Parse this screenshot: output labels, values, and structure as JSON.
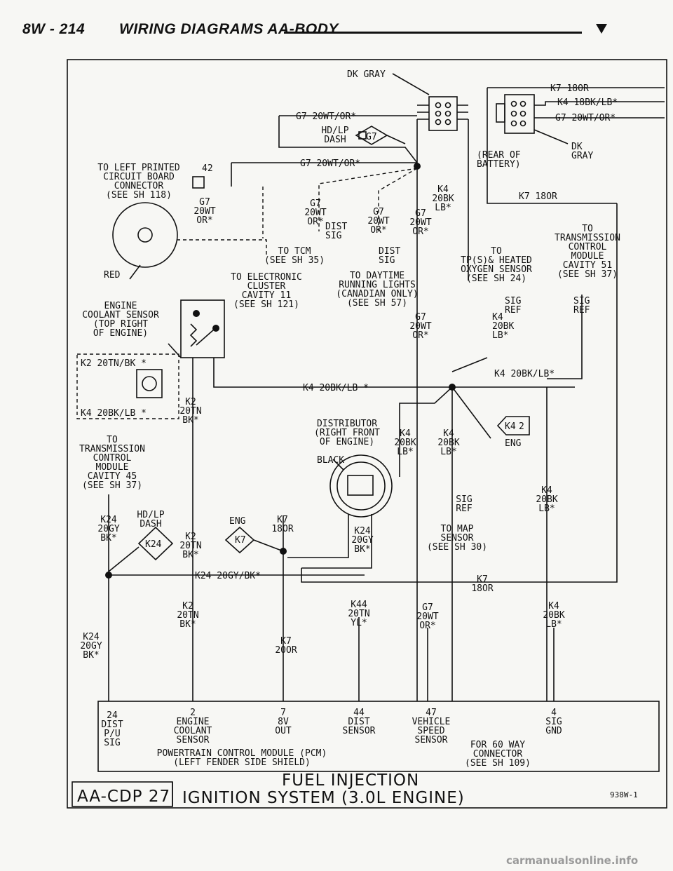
{
  "header": {
    "page_number": "8W - 214",
    "title": "WIRING DIAGRAMS AA-BODY"
  },
  "footer": {
    "title_line1": "FUEL INJECTION",
    "title_line2": "IGNITION SYSTEM (3.0L ENGINE)",
    "sheet_tag": "AA-CDP 27",
    "figure_ref": "938W-1",
    "watermark": "carmanualsonline.info"
  },
  "diagram": {
    "labels": [
      {
        "id": "dk-gray-top",
        "lines": [
          "DK GRAY"
        ]
      },
      {
        "id": "k7-18or-right-top",
        "lines": [
          "K7 18OR"
        ]
      },
      {
        "id": "k4-18bk-top",
        "lines": [
          "K4 18BK/LB*"
        ]
      },
      {
        "id": "g7-20wt-top-right",
        "lines": [
          "G7 20WT/OR*"
        ]
      },
      {
        "id": "dk-gray-right",
        "lines": [
          "DK",
          "GRAY"
        ]
      },
      {
        "id": "rear-of-battery",
        "lines": [
          "(REAR OF",
          "BATTERY)"
        ]
      },
      {
        "id": "g7-20wt-upper",
        "lines": [
          "G7 20WT/OR*"
        ]
      },
      {
        "id": "hdlp-dash-top",
        "lines": [
          "HD/LP",
          "DASH"
        ]
      },
      {
        "id": "g7-conn-badge",
        "lines": [
          "G7"
        ]
      },
      {
        "id": "g7-20wt-mid",
        "lines": [
          "G7 20WT/OR*"
        ]
      },
      {
        "id": "left-pcb",
        "lines": [
          "TO LEFT PRINTED",
          "CIRCUIT BOARD",
          "CONNECTOR",
          "(SEE SH 118)"
        ]
      },
      {
        "id": "num-42",
        "lines": [
          "42"
        ]
      },
      {
        "id": "g7-left-stack",
        "lines": [
          "G7",
          "20WT",
          "OR*"
        ]
      },
      {
        "id": "red-label",
        "lines": [
          "RED"
        ]
      },
      {
        "id": "g7-col-a",
        "lines": [
          "G7",
          "20WT",
          "OR*"
        ]
      },
      {
        "id": "dist-sig-a",
        "lines": [
          "DIST",
          "SIG"
        ]
      },
      {
        "id": "to-tcm",
        "lines": [
          "TO TCM",
          "(SEE SH 35)"
        ]
      },
      {
        "id": "to-cluster",
        "lines": [
          "TO ELECTRONIC",
          "CLUSTER",
          "CAVITY 11",
          "(SEE SH 121)"
        ]
      },
      {
        "id": "g7-col-b",
        "lines": [
          "G7",
          "20WT",
          "OR*"
        ]
      },
      {
        "id": "dist-sig-b",
        "lines": [
          "DIST",
          "SIG"
        ]
      },
      {
        "id": "to-daytime",
        "lines": [
          "TO DAYTIME",
          "RUNNING LIGHTS",
          "(CANADIAN ONLY)",
          "(SEE SH 57)"
        ]
      },
      {
        "id": "g7-col-c",
        "lines": [
          "G7",
          "20WT",
          "OR*"
        ]
      },
      {
        "id": "k4-20bk-top",
        "lines": [
          "K4",
          "20BK",
          "LB*"
        ]
      },
      {
        "id": "k7-18or-mid",
        "lines": [
          "K7 18OR"
        ]
      },
      {
        "id": "to-o2",
        "lines": [
          "TO",
          "TP(S)& HEATED",
          "OXYGEN SENSOR",
          "(SEE SH 24)"
        ]
      },
      {
        "id": "to-tcm-51",
        "lines": [
          "TO",
          "TRANSMISSION",
          "CONTROL",
          "MODULE",
          "CAVITY 51",
          "(SEE SH 37)"
        ]
      },
      {
        "id": "sig-ref-a",
        "lines": [
          "SIG",
          "REF"
        ]
      },
      {
        "id": "sig-ref-b",
        "lines": [
          "SIG",
          "REF"
        ]
      },
      {
        "id": "k4-20bk-o2",
        "lines": [
          "K4",
          "20BK",
          "LB*"
        ]
      },
      {
        "id": "g7-col-d",
        "lines": [
          "G7",
          "20WT",
          "OR*"
        ]
      },
      {
        "id": "ect-sensor",
        "lines": [
          "ENGINE",
          "COOLANT SENSOR",
          "(TOP RIGHT",
          "OF ENGINE)"
        ]
      },
      {
        "id": "k2-20tn-box",
        "lines": [
          "K2 20TN/BK *"
        ]
      },
      {
        "id": "k4-20bk-box",
        "lines": [
          "K4 20BK/LB *"
        ]
      },
      {
        "id": "k4-20bk-horiz",
        "lines": [
          "K4 20BK/LB *"
        ]
      },
      {
        "id": "k4-20bk-right",
        "lines": [
          "K4 20BK/LB*"
        ]
      },
      {
        "id": "k2-20tn-a",
        "lines": [
          "K2",
          "20TN",
          "BK*"
        ]
      },
      {
        "id": "to-tcm-45",
        "lines": [
          "TO",
          "TRANSMISSION",
          "CONTROL",
          "MODULE",
          "CAVITY 45",
          "(SEE SH 37)"
        ]
      },
      {
        "id": "distributor",
        "lines": [
          "DISTRIBUTOR",
          "(RIGHT FRONT",
          "OF ENGINE)"
        ]
      },
      {
        "id": "black-label",
        "lines": [
          "BLACK"
        ]
      },
      {
        "id": "k4-20bk-dist",
        "lines": [
          "K4",
          "20BK",
          "LB*"
        ]
      },
      {
        "id": "k4-20bk-map",
        "lines": [
          "K4",
          "20BK",
          "LB*"
        ]
      },
      {
        "id": "k4-eng-badge",
        "lines": [
          "K4"
        ]
      },
      {
        "id": "num-2",
        "lines": [
          "2"
        ]
      },
      {
        "id": "eng-right",
        "lines": [
          "ENG"
        ]
      },
      {
        "id": "k4-20bk-far",
        "lines": [
          "K4",
          "20BK",
          "LB*"
        ]
      },
      {
        "id": "k24-20gy-a",
        "lines": [
          "K24",
          "20GY",
          "BK*"
        ]
      },
      {
        "id": "hdlp-dash-k24",
        "lines": [
          "HD/LP",
          "DASH"
        ]
      },
      {
        "id": "k24-badge",
        "lines": [
          "K24"
        ]
      },
      {
        "id": "k2-20tn-b",
        "lines": [
          "K2",
          "20TN",
          "BK*"
        ]
      },
      {
        "id": "eng-k7",
        "lines": [
          "ENG"
        ]
      },
      {
        "id": "k7-badge",
        "lines": [
          "K7"
        ]
      },
      {
        "id": "k7-18or-a",
        "lines": [
          "K7",
          "18OR"
        ]
      },
      {
        "id": "k24-20gy-b",
        "lines": [
          "K24",
          "20GY",
          "BK*"
        ]
      },
      {
        "id": "sig-ref-map",
        "lines": [
          "SIG",
          "REF"
        ]
      },
      {
        "id": "to-map",
        "lines": [
          "TO MAP",
          "SENSOR",
          "(SEE SH 30)"
        ]
      },
      {
        "id": "k24-20gy-horiz",
        "lines": [
          "K24 20GY/BK*"
        ]
      },
      {
        "id": "k7-18or-b",
        "lines": [
          "K7",
          "18OR"
        ]
      },
      {
        "id": "k2-20tn-c",
        "lines": [
          "K2",
          "20TN",
          "BK*"
        ]
      },
      {
        "id": "k44-20tn",
        "lines": [
          "K44",
          "20TN",
          "YL*"
        ]
      },
      {
        "id": "g7-col-e",
        "lines": [
          "G7",
          "20WT",
          "OR*"
        ]
      },
      {
        "id": "k4-20bk-bottom",
        "lines": [
          "K4",
          "20BK",
          "LB*"
        ]
      },
      {
        "id": "k24-20gy-c",
        "lines": [
          "K24",
          "20GY",
          "BK*"
        ]
      },
      {
        "id": "k7-20or",
        "lines": [
          "K7",
          "20OR"
        ]
      },
      {
        "id": "pin-24",
        "lines": [
          "24",
          "DIST",
          "P/U",
          "SIG"
        ]
      },
      {
        "id": "pin-2",
        "lines": [
          "2",
          "ENGINE",
          "COOLANT",
          "SENSOR"
        ]
      },
      {
        "id": "pin-7",
        "lines": [
          "7",
          "8V",
          "OUT"
        ]
      },
      {
        "id": "pin-44",
        "lines": [
          "44",
          "DIST",
          "SENSOR"
        ]
      },
      {
        "id": "pin-47",
        "lines": [
          "47",
          "VEHICLE",
          "SPEED",
          "SENSOR"
        ]
      },
      {
        "id": "pin-4",
        "lines": [
          "4",
          "SIG",
          "GND"
        ]
      },
      {
        "id": "pcm",
        "lines": [
          "POWERTRAIN CONTROL MODULE (PCM)",
          "(LEFT FENDER SIDE SHIELD)"
        ]
      },
      {
        "id": "connector-60",
        "lines": [
          "FOR 60 WAY",
          "CONNECTOR",
          "(SEE SH 109)"
        ]
      }
    ]
  }
}
